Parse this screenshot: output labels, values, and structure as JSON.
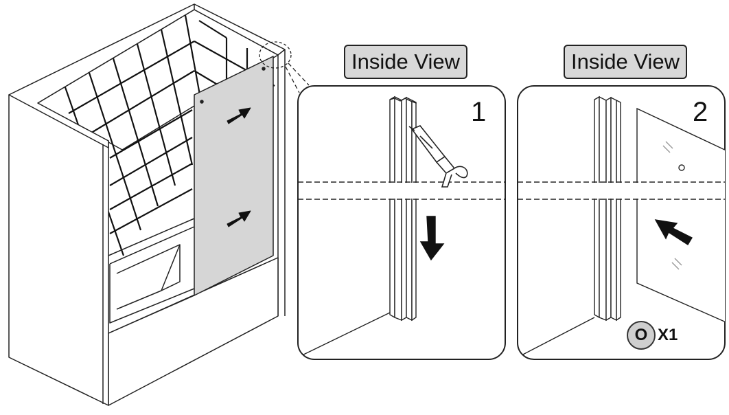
{
  "panels": [
    {
      "view_label": "Inside View",
      "step": "1"
    },
    {
      "view_label": "Inside View",
      "step": "2"
    }
  ],
  "screw": {
    "symbol": "O",
    "quantity": "X1"
  },
  "icons": [
    "bathtub-enclosure",
    "arrow",
    "silicone-caulk-gun",
    "wall-channel",
    "glass-panel",
    "screw"
  ],
  "colors": {
    "line": "#222222",
    "label_fill": "#d8d8d8",
    "glass_fill": "#d6d6d6"
  }
}
